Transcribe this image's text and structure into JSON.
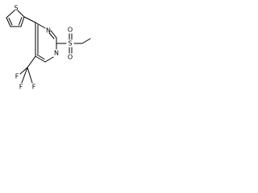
{
  "atoms": {
    "sulfur_thiophene": "S",
    "sulfur_sulfonyl": "S",
    "nitrogen_upper": "N",
    "nitrogen_lower": "N",
    "oxygen_upper": "O",
    "oxygen_lower": "O",
    "fluorine_1": "F",
    "fluorine_2": "F",
    "fluorine_3": "F"
  }
}
